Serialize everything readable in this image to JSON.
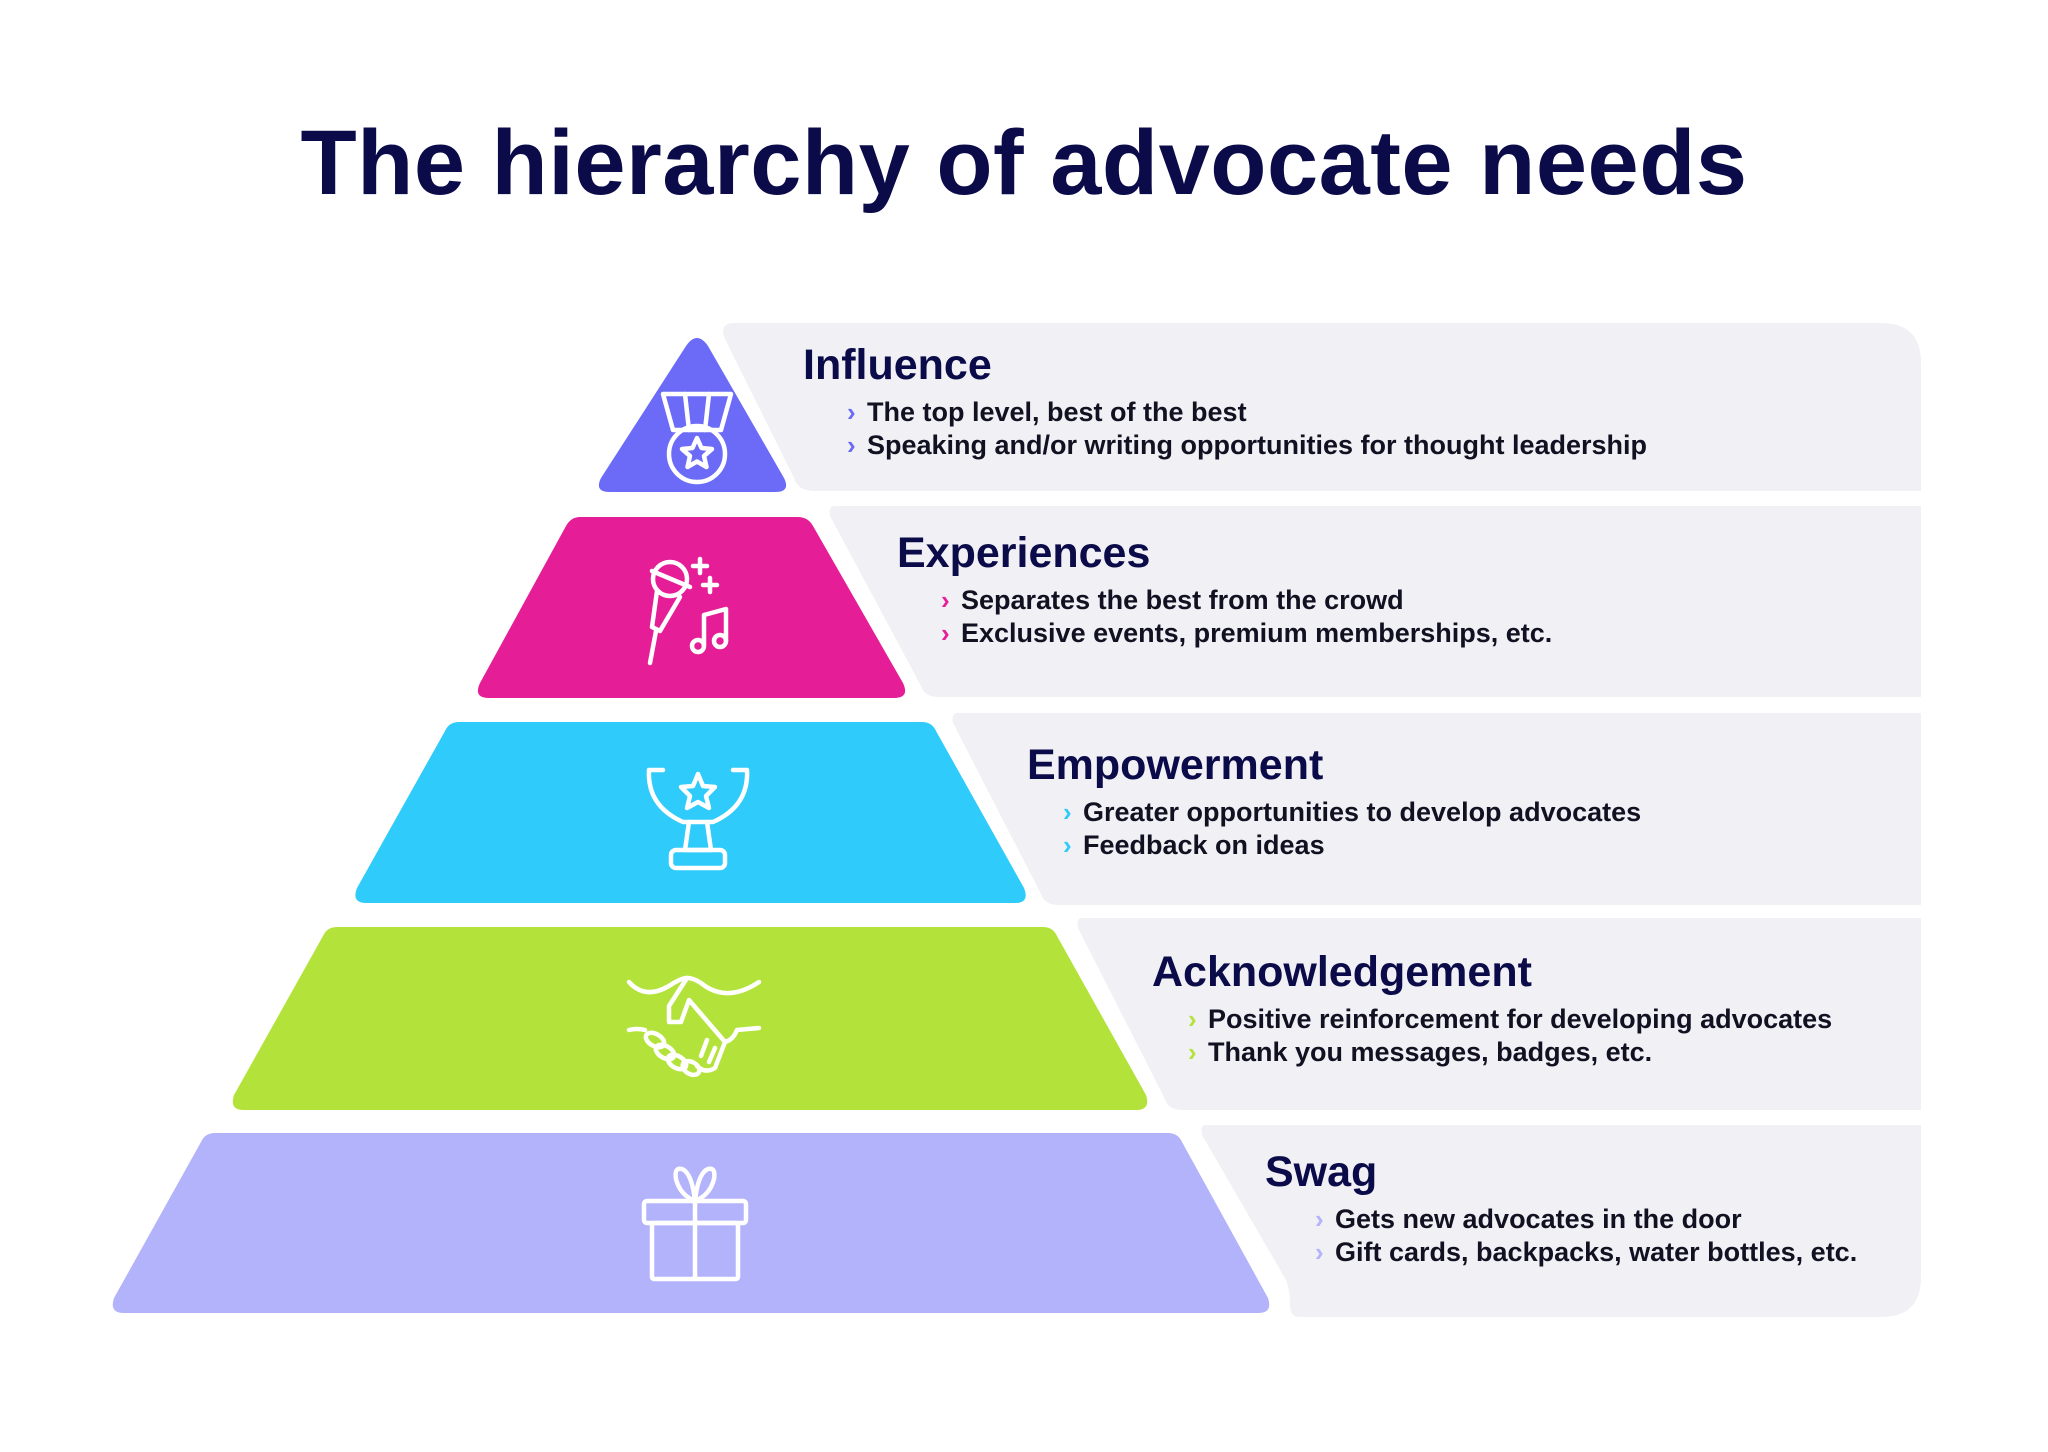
{
  "title": "The hierarchy of advocate needs",
  "colors": {
    "title": "#0b0b4a",
    "panel": "#f0f0f5",
    "influence": "#6b6bf7",
    "experiences": "#e51d97",
    "empowerment": "#2ecbfb",
    "acknowledgement": "#b3e33a",
    "swag": "#b3b3fb"
  },
  "tiers": [
    {
      "level": 1,
      "name": "Influence",
      "icon": "medal-star-icon",
      "color": "#6b6bf7",
      "bullets": [
        "The top level, best of the best",
        "Speaking and/or writing opportunities for thought leadership"
      ]
    },
    {
      "level": 2,
      "name": "Experiences",
      "icon": "microphone-music-icon",
      "color": "#e51d97",
      "bullets": [
        "Separates the best from the crowd",
        "Exclusive events, premium memberships, etc."
      ]
    },
    {
      "level": 3,
      "name": "Empowerment",
      "icon": "trophy-star-icon",
      "color": "#2ecbfb",
      "bullets": [
        "Greater opportunities to develop advocates",
        "Feedback on ideas"
      ]
    },
    {
      "level": 4,
      "name": "Acknowledgement",
      "icon": "handshake-icon",
      "color": "#b3e33a",
      "bullets": [
        "Positive reinforcement for developing advocates",
        "Thank you messages, badges, etc."
      ]
    },
    {
      "level": 5,
      "name": "Swag",
      "icon": "gift-icon",
      "color": "#b3b3fb",
      "bullets": [
        "Gets new advocates in the door",
        "Gift cards, backpacks, water bottles, etc."
      ]
    }
  ],
  "bullet_marker": "›"
}
